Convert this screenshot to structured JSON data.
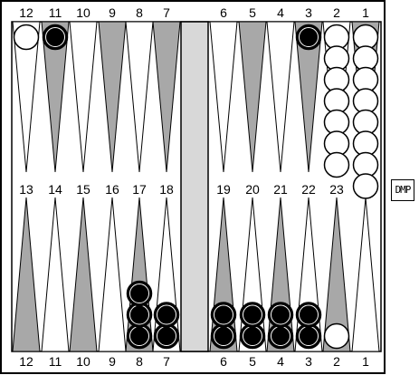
{
  "board": {
    "top_labels": [
      "12",
      "11",
      "10",
      "9",
      "8",
      "7",
      "6",
      "5",
      "4",
      "3",
      "2",
      "1"
    ],
    "mid_labels_left": [
      "13",
      "14",
      "15",
      "16",
      "17",
      "18"
    ],
    "mid_labels_right": [
      "19",
      "20",
      "21",
      "22",
      "23"
    ],
    "bottom_labels": [
      "12",
      "11",
      "10",
      "9",
      "8",
      "7",
      "6",
      "5",
      "4",
      "3",
      "2",
      "1"
    ],
    "colors": {
      "dark_point": "#a8a8a8",
      "light_point": "#ffffff",
      "bar": "#d8d8d8",
      "black_checker": "#000000",
      "white_checker": "#ffffff"
    },
    "top_checkers": [
      {
        "col": 0,
        "color": "white",
        "count": 1
      },
      {
        "col": 1,
        "color": "black",
        "count": 1
      },
      {
        "col": 9,
        "color": "black",
        "count": 1
      },
      {
        "col": 10,
        "color": "white",
        "count": 7
      },
      {
        "col": 11,
        "color": "white",
        "count": 8
      }
    ],
    "bottom_checkers": [
      {
        "col": 4,
        "color": "black",
        "count": 3
      },
      {
        "col": 5,
        "color": "black",
        "count": 2
      },
      {
        "col": 6,
        "color": "black",
        "count": 2
      },
      {
        "col": 7,
        "color": "black",
        "count": 2
      },
      {
        "col": 8,
        "color": "black",
        "count": 2
      },
      {
        "col": 9,
        "color": "black",
        "count": 2
      },
      {
        "col": 10,
        "color": "white",
        "count": 1
      }
    ]
  },
  "side_button": {
    "label": "DMP"
  }
}
